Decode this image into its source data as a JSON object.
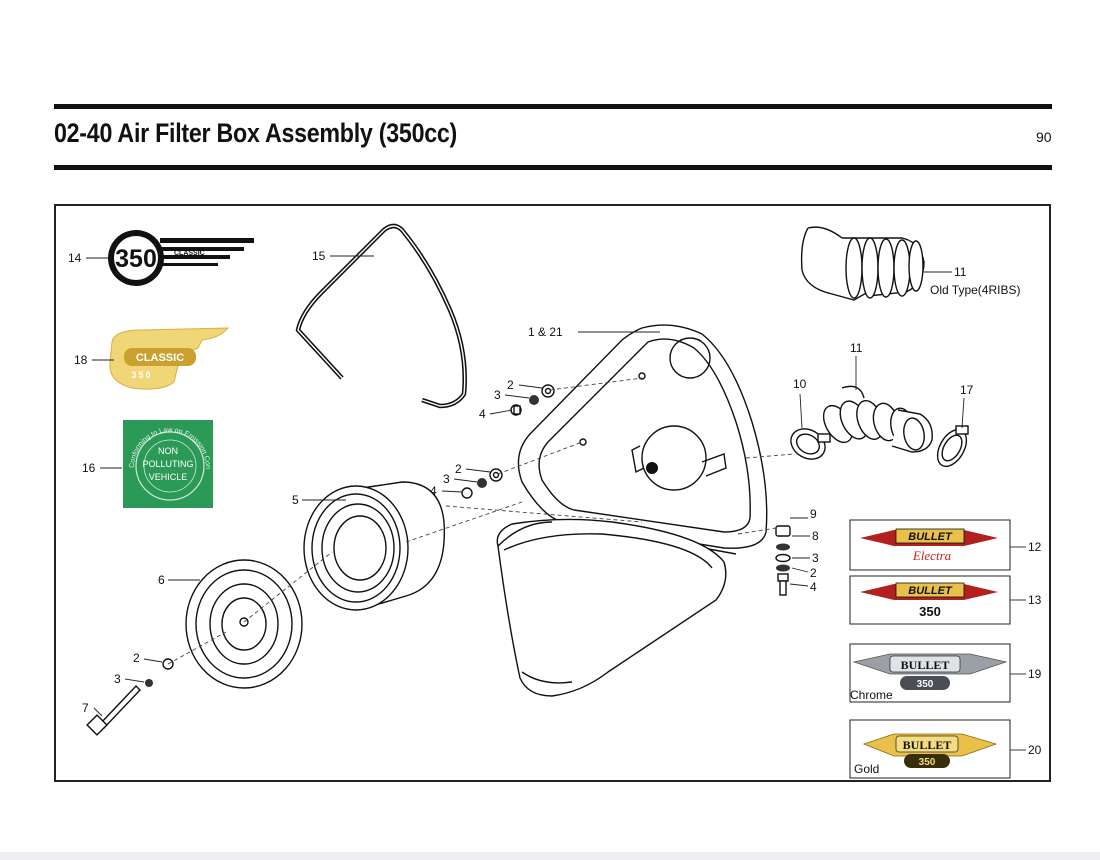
{
  "header": {
    "title": "02-40 Air Filter Box Assembly (350cc)",
    "page_number": "90"
  },
  "colors": {
    "rule": "#111111",
    "decal_gold": "#e8c04a",
    "decal_green": "#2b9a56",
    "decal_red": "#b22020",
    "chrome_grey": "#9aa0a6"
  },
  "callouts": {
    "c14": "14",
    "c15": "15",
    "c11_top": "11",
    "c11_top_note": "Old Type(4RIBS)",
    "c18": "18",
    "c1_21": "1 & 21",
    "c11": "11",
    "c10": "10",
    "c17": "17",
    "c2_a": "2",
    "c3_a": "3",
    "c4_a": "4",
    "c2_b": "2",
    "c3_b": "3",
    "c4_b": "4",
    "c16": "16",
    "c5": "5",
    "c6": "6",
    "c9": "9",
    "c8": "8",
    "c3_c": "3",
    "c2_c": "2",
    "c4_c": "4",
    "c12": "12",
    "c13": "13",
    "c19": "19",
    "c20": "20",
    "c2_d": "2",
    "c3_d": "3",
    "c7": "7"
  },
  "decals": {
    "d14_number": "350",
    "d14_word": "CLASSIC",
    "d18_word": "CLASSIC",
    "d18_number": "350",
    "d16_line1": "NON",
    "d16_line2": "POLLUTING",
    "d16_line3": "VEHICLE",
    "d16_ring_text": "Conforming to Law on Emission Control",
    "d12_word": "BULLET",
    "d12_script": "Electra",
    "d13_word": "BULLET",
    "d13_number": "350",
    "d19_word": "BULLET",
    "d19_number": "350",
    "d19_caption": "Chrome",
    "d20_word": "BULLET",
    "d20_number": "350",
    "d20_caption": "Gold"
  }
}
